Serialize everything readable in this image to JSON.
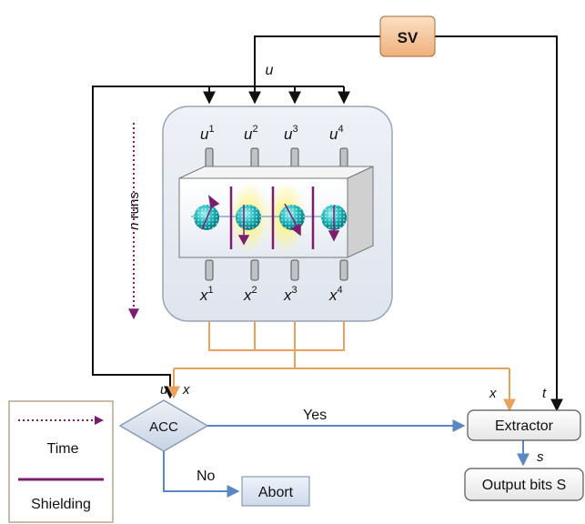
{
  "boxes": {
    "sv": "SV",
    "acc": "ACC",
    "extractor": "Extractor",
    "abort": "Abort",
    "output": "Output bits S"
  },
  "signals": {
    "u_top": "u",
    "u_acc": "u",
    "x_acc": "x",
    "x_extractor": "x",
    "t": "t",
    "s": "s"
  },
  "inputs": [
    {
      "base": "u",
      "sup": "1"
    },
    {
      "base": "u",
      "sup": "2"
    },
    {
      "base": "u",
      "sup": "3"
    },
    {
      "base": "u",
      "sup": "4"
    }
  ],
  "outputs": [
    {
      "base": "x",
      "sup": "1"
    },
    {
      "base": "x",
      "sup": "2"
    },
    {
      "base": "x",
      "sup": "3"
    },
    {
      "base": "x",
      "sup": "4"
    }
  ],
  "runs": {
    "n": "n",
    "rest": " runs"
  },
  "decisions": {
    "yes": "Yes",
    "no": "No"
  },
  "legend": {
    "time": "Time",
    "shielding": "Shielding"
  },
  "colors": {
    "black": "#111111",
    "orange_wire": "#e8a15f",
    "blue_wire": "#5b87c5",
    "purple": "#7a1f6e",
    "sv_fill": "#f4c49a",
    "device_fill": "#e6ebf3",
    "acc_fill": "#d9e2ef"
  }
}
